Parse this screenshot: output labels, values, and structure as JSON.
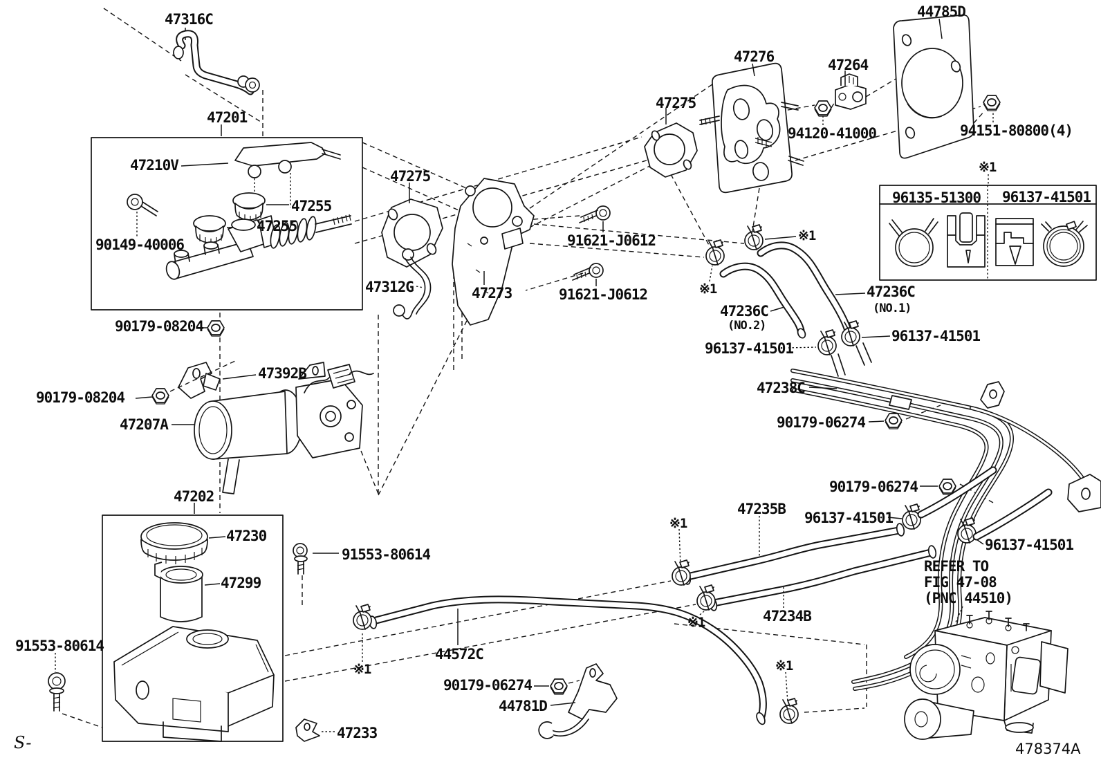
{
  "diagram": {
    "corner_mark": "S-",
    "sheet_code": "478374A",
    "note_mark": "※1",
    "legend": {
      "left_part": "96135-51300",
      "right_part": "96137-41501"
    },
    "refer_note": {
      "line1": "REFER TO",
      "line2": "FIG 47-08",
      "line3": "(PNC 44510)"
    },
    "callouts": [
      {
        "text": "47316C"
      },
      {
        "text": "47201"
      },
      {
        "text": "47210V"
      },
      {
        "text": "47255"
      },
      {
        "text": "47255"
      },
      {
        "text": "90149-40006"
      },
      {
        "text": "47312G"
      },
      {
        "text": "90179-08204"
      },
      {
        "text": "47392B"
      },
      {
        "text": "90179-08204"
      },
      {
        "text": "47207A"
      },
      {
        "text": "47202"
      },
      {
        "text": "47230"
      },
      {
        "text": "91553-80614"
      },
      {
        "text": "47299"
      },
      {
        "text": "91553-80614"
      },
      {
        "text": "47233"
      },
      {
        "text": "47275"
      },
      {
        "text": "47275"
      },
      {
        "text": "47273"
      },
      {
        "text": "91621-J0612"
      },
      {
        "text": "91621-J0612"
      },
      {
        "text": "47276"
      },
      {
        "text": "47264"
      },
      {
        "text": "94120-41000"
      },
      {
        "text": "44785D"
      },
      {
        "text": "94151-80800(4)"
      },
      {
        "text": "47236C"
      },
      {
        "text": "(NO.1)"
      },
      {
        "text": "47236C"
      },
      {
        "text": "(NO.2)"
      },
      {
        "text": "96137-41501"
      },
      {
        "text": "96137-41501"
      },
      {
        "text": "47238C"
      },
      {
        "text": "90179-06274"
      },
      {
        "text": "90179-06274"
      },
      {
        "text": "47235B"
      },
      {
        "text": "96137-41501"
      },
      {
        "text": "96137-41501"
      },
      {
        "text": "47234B"
      },
      {
        "text": "44572C"
      },
      {
        "text": "90179-06274"
      },
      {
        "text": "44781D"
      }
    ]
  }
}
